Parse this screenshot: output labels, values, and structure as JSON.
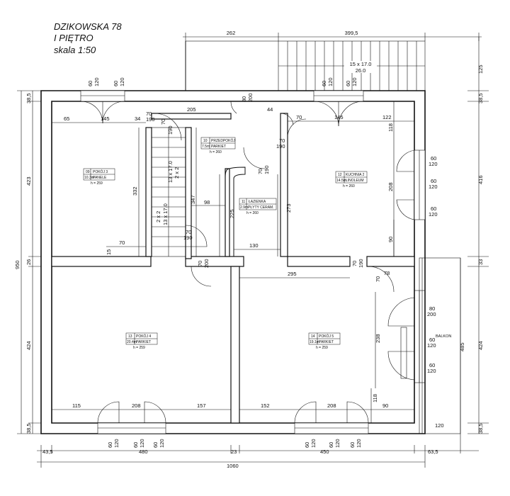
{
  "title": {
    "address": "DZIKOWSKA 78",
    "floor": "I PIĘTRO",
    "scale": "skala 1:50"
  },
  "rooms": [
    {
      "num": "09",
      "name": "POKÓJ 3",
      "area": "10.3m",
      "floor": "PANELE",
      "height": "h = 259"
    },
    {
      "num": "10",
      "name": "PRZEDPOKÓJ",
      "area": "7.5m",
      "floor": "PARKIET",
      "height": "h = 260"
    },
    {
      "num": "11",
      "name": "ŁAZIENKA",
      "area": "2.9m",
      "floor": "PŁYTY CERAM.",
      "height": "h = 260"
    },
    {
      "num": "12",
      "name": "KUCHNIA 2",
      "area": "14.5m",
      "floor": "LINOLEUM",
      "height": "h = 260"
    },
    {
      "num": "13",
      "name": "POKÓJ 4",
      "area": "20.4m",
      "floor": "PARKIET",
      "height": "h = 259"
    },
    {
      "num": "14",
      "name": "POKÓJ 5",
      "area": "19.1m",
      "floor": "PARKIET",
      "height": "h = 259"
    }
  ],
  "stairs": {
    "outer": {
      "line1": "15 x 17.0",
      "line2": "26.0"
    },
    "inner_top": {
      "line1": "13 x 17.0",
      "line2": "2 x 2"
    },
    "inner_bottom": {
      "line1": "13 x 17.0",
      "line2": "2 x 2"
    }
  },
  "balcony_label": "BALKON",
  "dims": {
    "top_262": "262",
    "top_3995": "399,5",
    "total_1060": "1060",
    "bottom_435": "43,5",
    "bottom_480": "480",
    "bottom_23": "23",
    "bottom_450": "450",
    "bottom_635": "63,5",
    "left_385a": "38,5",
    "left_423": "423",
    "left_950": "950",
    "left_26": "26",
    "left_424": "424",
    "left_385b": "38,5",
    "right_125": "125",
    "right_385a": "38,5",
    "right_416": "416",
    "right_33": "33",
    "right_424": "424",
    "right_385b": "38,5",
    "right_485": "485",
    "in_65": "65",
    "in_145a": "145",
    "in_34": "34",
    "in_205": "205",
    "in_44": "44",
    "in_70a": "70",
    "in_145b": "145",
    "in_122": "122",
    "in_118a": "118",
    "in_208a": "208",
    "in_90a": "90",
    "in_332": "332",
    "in_347": "347",
    "in_98": "98",
    "in_225": "225",
    "in_273": "273",
    "in_130": "130",
    "in_70b": "70",
    "in_15": "15",
    "in_295": "295",
    "in_78": "78",
    "in_70c": "70",
    "in_238": "238",
    "in_115": "115",
    "in_208b": "208",
    "in_157": "157",
    "in_152": "152",
    "in_208c": "208",
    "in_118b": "118",
    "in_90b": "90",
    "in_120": "120"
  },
  "windows": {
    "w60": "60",
    "w120": "120",
    "w80": "80",
    "w200": "200",
    "w70": "70",
    "w190": "190"
  }
}
